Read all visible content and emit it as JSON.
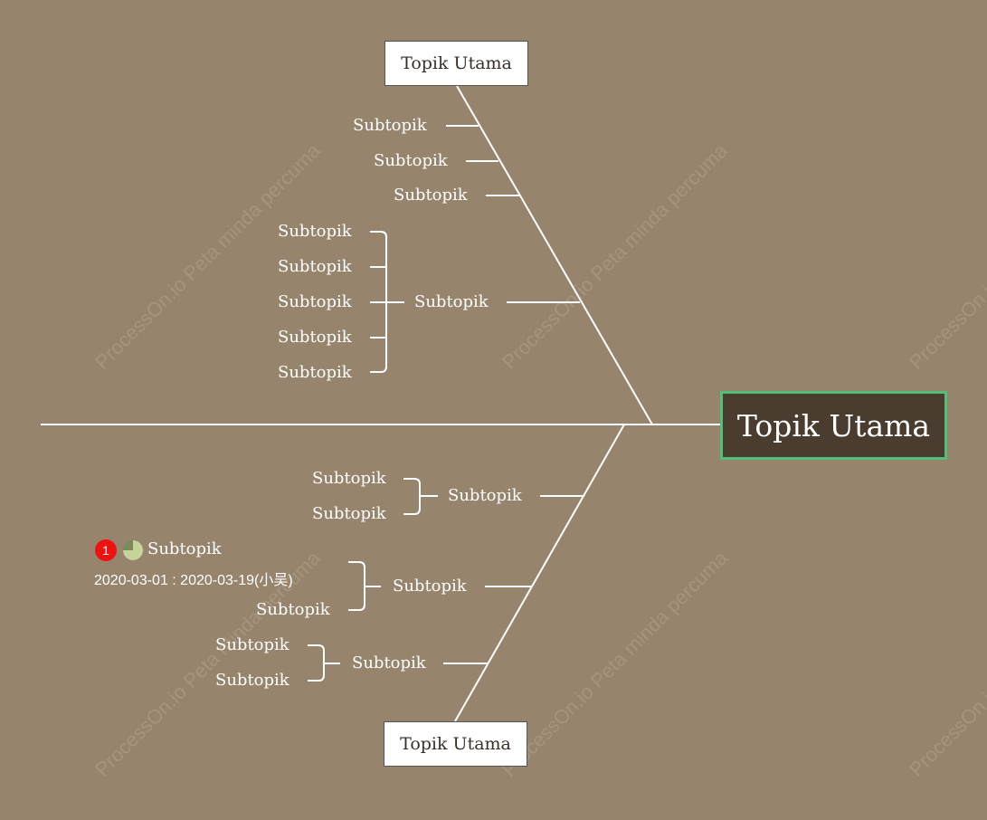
{
  "watermark": "ProcessOn.io Peta minda percuma",
  "root": {
    "label": "Topik Utama"
  },
  "top_branch": {
    "label": "Topik Utama",
    "subtopics": [
      {
        "label": "Subtopik"
      },
      {
        "label": "Subtopik"
      },
      {
        "label": "Subtopik"
      },
      {
        "label": "Subtopik",
        "children": [
          "Subtopik",
          "Subtopik",
          "Subtopik",
          "Subtopik",
          "Subtopik"
        ]
      }
    ]
  },
  "bottom_branch": {
    "label": "Topik Utama",
    "subtopics": [
      {
        "label": "Subtopik",
        "children": [
          "Subtopik",
          "Subtopik"
        ]
      },
      {
        "label": "Subtopik",
        "children": [
          {
            "label": "Subtopik",
            "priority": "1",
            "progress_icon": "pie-progress-icon",
            "progress": 0.75,
            "dates": "2020-03-01 : 2020-03-19(小吴)"
          },
          {
            "label": "Subtopik"
          }
        ]
      },
      {
        "label": "Subtopik",
        "children": [
          "Subtopik",
          "Subtopik"
        ]
      }
    ]
  },
  "colors": {
    "background": "#97846c",
    "line": "#ffffff",
    "root_fill": "#4a3d30",
    "root_border": "#4fbf7a",
    "priority": "#ee1111",
    "progress": "#c6d49a"
  }
}
